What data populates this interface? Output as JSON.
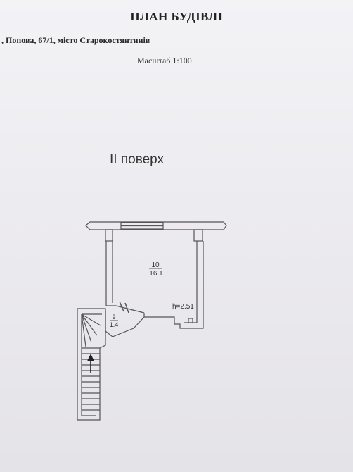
{
  "document": {
    "title": "ПЛАН БУДІВЛІ",
    "address": ", Попова, 67/1, місто Старокостянтинів",
    "scale": "Масштаб 1:100",
    "floor_label": "II поверх"
  },
  "plan": {
    "rooms": [
      {
        "number": "10",
        "area": "16.1"
      },
      {
        "number": "9",
        "area": "1.4"
      }
    ],
    "height_label": "h=2.51"
  }
}
